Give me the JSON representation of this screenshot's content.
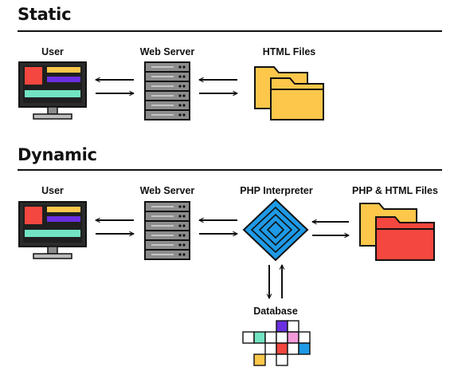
{
  "static": {
    "title": "Static",
    "labels": {
      "user": "User",
      "web_server": "Web Server",
      "html_files": "HTML Files"
    }
  },
  "dynamic": {
    "title": "Dynamic",
    "labels": {
      "user": "User",
      "web_server": "Web Server",
      "php_interpreter": "PHP Interpreter",
      "php_html_files": "PHP & HTML Files",
      "database": "Database"
    }
  },
  "colors": {
    "outline": "#222222",
    "monitor_red": "#f4473f",
    "monitor_yellow": "#fcc74a",
    "monitor_purple": "#6a2fe0",
    "monitor_teal": "#72e3c3",
    "server_gray": "#8c8c8c",
    "folder_yellow": "#fcc74a",
    "folder_red": "#f4473f",
    "interpreter_blue": "#1e9ae6",
    "db_purple": "#6a2fe0",
    "db_green": "#72e3c3",
    "db_red": "#f4473f",
    "db_pink": "#f49ad8",
    "db_blue": "#1e9ae6",
    "db_yellow": "#fcc74a"
  },
  "icons": [
    "monitor-icon",
    "server-icon",
    "folder-icon",
    "interpreter-icon",
    "database-icon",
    "arrow-icon"
  ]
}
